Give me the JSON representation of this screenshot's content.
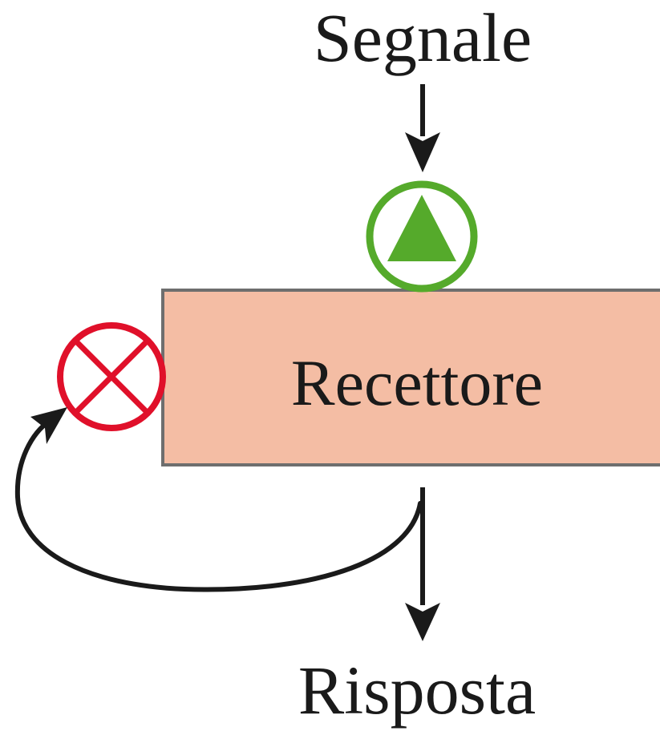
{
  "labels": {
    "signal": "Segnale",
    "receptor": "Recettore",
    "response": "Risposta"
  },
  "colors": {
    "receptor_fill": "#f4bda4",
    "receptor_border": "#6e6e6e",
    "activator": "#55aa2b",
    "inhibitor": "#e0102a",
    "arrows": "#1a1a1a",
    "text": "#1a1a1a"
  },
  "icons": {
    "activator": "circled-triangle-icon",
    "inhibitor": "circled-x-icon"
  }
}
